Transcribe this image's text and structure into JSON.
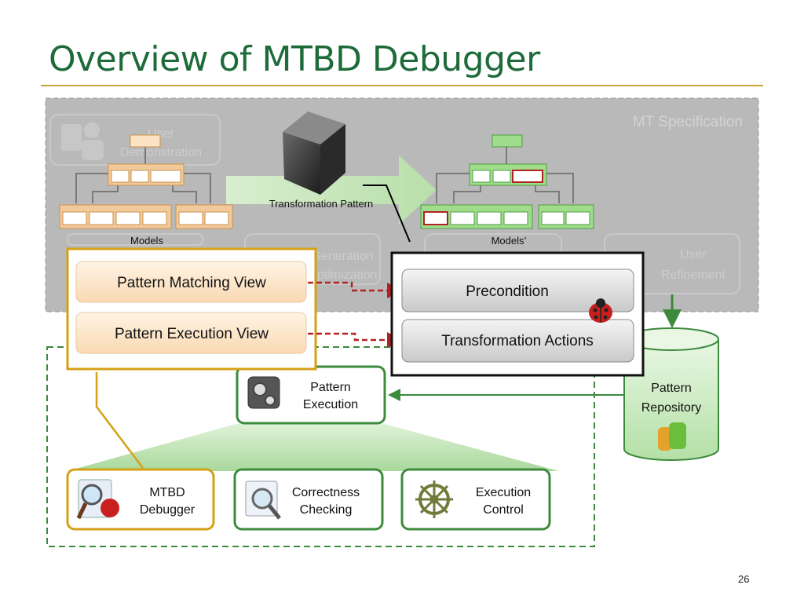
{
  "slide": {
    "title": "Overview of MTBD Debugger",
    "page_number": "26"
  },
  "spec": {
    "label": "MT Specification",
    "user_demonstration": [
      "User",
      "Demonstration"
    ],
    "generation_optimization": [
      "Generation",
      "Optimization"
    ],
    "user_refinement": [
      "User",
      "Refinement"
    ],
    "models_label": "Models",
    "models_prime_label": "Models’",
    "transformation_pattern_label": "Transformation Pattern"
  },
  "views": {
    "pattern_matching": "Pattern Matching View",
    "pattern_execution": "Pattern Execution View"
  },
  "pattern_box": {
    "precondition": "Precondition",
    "transformation_actions": "Transformation Actions"
  },
  "repository": [
    "Pattern",
    "Repository"
  ],
  "execution": [
    "Pattern",
    "Execution"
  ],
  "tools": {
    "mtbd_debugger": [
      "MTBD",
      "Debugger"
    ],
    "correctness_checking": [
      "Correctness",
      "Checking"
    ],
    "execution_control": [
      "Execution",
      "Control"
    ]
  },
  "colors": {
    "title_green": "#1e6b3a",
    "rule_gold": "#c8a33a",
    "view_border_gold": "#d4a017",
    "flow_green": "#3c8a3c",
    "dashed_red": "#b22222",
    "spec_gray": "#b9b9b9"
  }
}
